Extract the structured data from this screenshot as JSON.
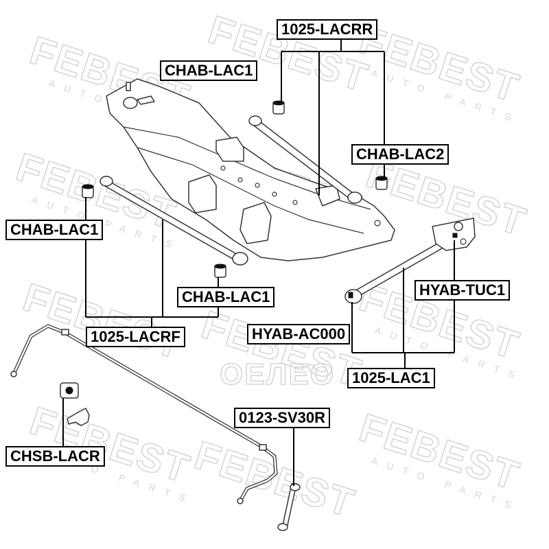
{
  "watermark": {
    "brand": "FEBEST",
    "tagline": "AUTO PARTS",
    "secondary": "ОЕЛЕО"
  },
  "parts": [
    {
      "id": "p1",
      "code": "1025-LACRR"
    },
    {
      "id": "p2",
      "code": "CHAB-LAC1"
    },
    {
      "id": "p3",
      "code": "CHAB-LAC2"
    },
    {
      "id": "p4",
      "code": "CHAB-LAC1"
    },
    {
      "id": "p5",
      "code": "CHAB-LAC1"
    },
    {
      "id": "p6",
      "code": "1025-LACRF"
    },
    {
      "id": "p7",
      "code": "HYAB-TUC1"
    },
    {
      "id": "p8",
      "code": "HYAB-AC000"
    },
    {
      "id": "p9",
      "code": "1025-LAC1"
    },
    {
      "id": "p10",
      "code": "0123-SV30R"
    },
    {
      "id": "p11",
      "code": "CHSB-LACR"
    }
  ]
}
